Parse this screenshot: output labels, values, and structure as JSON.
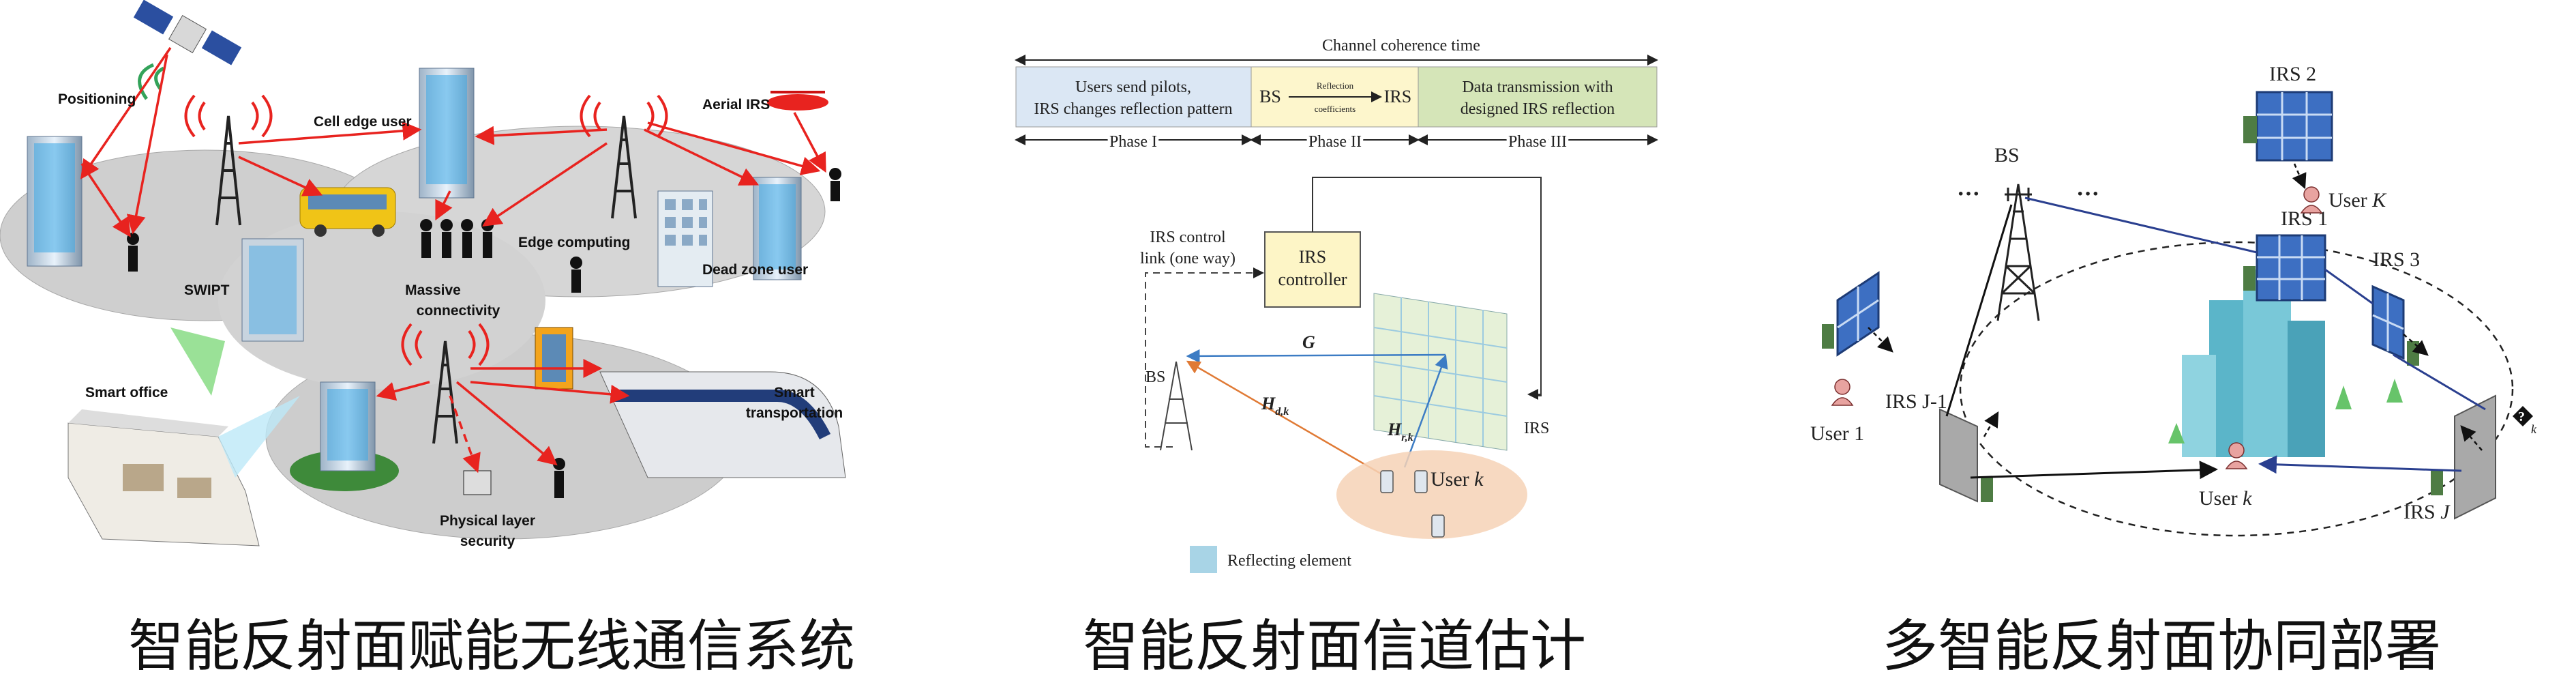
{
  "panel1": {
    "labels": {
      "positioning": "Positioning",
      "cell_edge_user": "Cell edge user",
      "aerial_irs": "Aerial IRS",
      "swipt": "SWIPT",
      "massive_connectivity_1": "Massive",
      "massive_connectivity_2": "connectivity",
      "edge_computing": "Edge computing",
      "dead_zone_user": "Dead zone user",
      "smart_office": "Smart office",
      "smart_transportation_1": "Smart",
      "smart_transportation_2": "transportation",
      "physical_layer_security_1": "Physical layer",
      "physical_layer_security_2": "security"
    },
    "caption": "智能反射面赋能无线通信系统"
  },
  "panel2": {
    "coherence_time": "Channel coherence time",
    "phase1_box_line1": "Users send pilots,",
    "phase1_box_line2": "IRS changes reflection pattern",
    "phase2_bs": "BS",
    "phase2_irs": "IRS",
    "phase2_small_1": "Reflection",
    "phase2_small_2": "coefficients",
    "phase3_box_line1": "Data transmission with",
    "phase3_box_line2": "designed IRS reflection",
    "phase1": "Phase I",
    "phase2": "Phase II",
    "phase3": "Phase III",
    "irs_control_line1": "IRS control",
    "irs_control_line2": "link (one way)",
    "irs_controller_line1": "IRS",
    "irs_controller_line2": "controller",
    "bs": "BS",
    "irs": "IRS",
    "G": "G",
    "H_d_base": "H",
    "H_d_sub": "d,k",
    "H_r_base": "H",
    "H_r_sub": "r,k",
    "user_k": "User",
    "user_k_var": "k",
    "legend": "Reflecting element",
    "caption": "智能反射面信道估计"
  },
  "panel3": {
    "irs2": "IRS 2",
    "bs": "BS",
    "dots": "···",
    "user_K": "User",
    "user_K_var": "K",
    "irs1": "IRS 1",
    "irs3": "IRS 3",
    "irs_J1": "IRS J-1",
    "user1": "User 1",
    "user_k": "User",
    "user_k_var": "k",
    "irs_J": "IRS",
    "irs_J_var": "J",
    "question": "?",
    "question_sub": "k",
    "caption": "多智能反射面协同部署"
  },
  "colors": {
    "red_link": "#e8231f",
    "phase1_fill": "#dbe7f4",
    "phase2_fill": "#fdf6cc",
    "phase3_fill": "#d5e5b8",
    "controller_fill": "#fdf5c6",
    "irs_panel_fill": "#e6f1d8",
    "blue_link": "#2a3f8f",
    "orange_link": "#e07a35"
  }
}
